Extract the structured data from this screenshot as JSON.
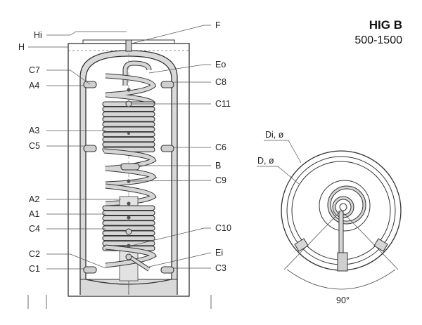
{
  "title": {
    "line1": "HIG B",
    "line2": "500-1500"
  },
  "side_labels_left": [
    "Hi",
    "H",
    "C7",
    "A4",
    "A3",
    "C5",
    "A2",
    "A1",
    "C4",
    "C2",
    "C1"
  ],
  "side_labels_right": [
    "F",
    "Eo",
    "C8",
    "C11",
    "C6",
    "B",
    "C9",
    "C10",
    "Ei",
    "C3"
  ],
  "plan_view": {
    "outer_dia": "Di, ø",
    "inner_dia": "D, ø",
    "angle": "90°"
  },
  "colors": {
    "line": "#333333",
    "insulation": "#d9d9d9",
    "coil_fill": "#d6d6d6"
  }
}
